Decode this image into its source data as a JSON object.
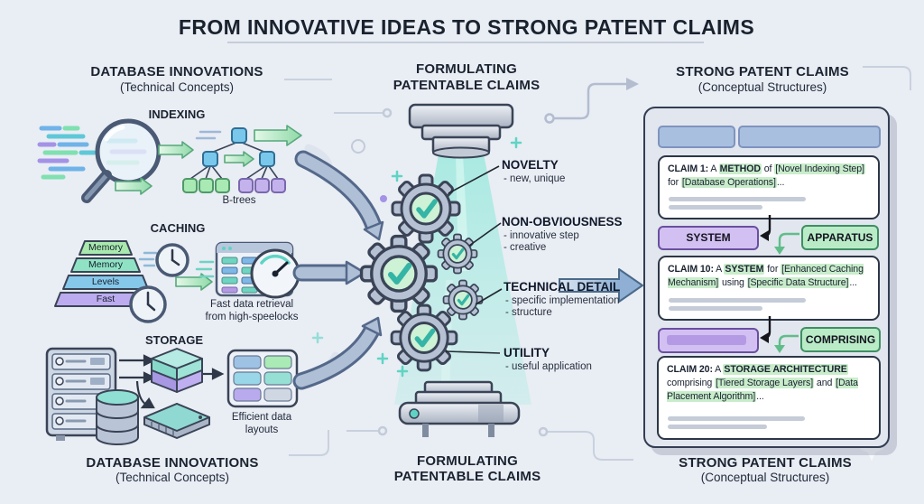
{
  "title": {
    "text": "FROM INNOVATIVE IDEAS TO STRONG PATENT CLAIMS"
  },
  "left": {
    "header": "DATABASE INNOVATIONS",
    "subheader": "(Technical Concepts)",
    "footer": "DATABASE INNOVATIONS",
    "footer_sub": "(Technical Concepts)",
    "indexing": {
      "label": "INDEXING",
      "caption": "B-trees"
    },
    "caching": {
      "label": "CACHING",
      "pyramid": [
        "Memory",
        "Memory",
        "Levels",
        "Fast"
      ],
      "caption": [
        "Fast data retrieval",
        "from high-speelocks"
      ]
    },
    "storage": {
      "label": "STORAGE",
      "caption": [
        "Efficient data",
        "layouts"
      ]
    }
  },
  "middle": {
    "header": [
      "FORMULATING",
      "PATENTABLE CLAIMS"
    ],
    "footer": [
      "FORMULATING",
      "PATENTABLE CLAIMS"
    ],
    "criteria": [
      {
        "title": "NOVELTY",
        "points": [
          "- new, unique"
        ]
      },
      {
        "title": "NON-OBVIOUSNESS",
        "points": [
          "- innovative step",
          "- creative"
        ]
      },
      {
        "title": "TECHNICAL DETAIL",
        "points": [
          "- specific implementation",
          "- structure"
        ]
      },
      {
        "title": "UTILITY",
        "points": [
          "- useful application"
        ]
      }
    ]
  },
  "right": {
    "header": "STRONG PATENT CLAIMS",
    "subheader": "(Conceptual Structures)",
    "footer": "STRONG PATENT CLAIMS",
    "footer_sub": "(Conceptual Structures)",
    "badges": {
      "system": "SYSTEM",
      "apparatus": "APPARATUS",
      "comprising": "COMPRISING"
    },
    "claims": [
      {
        "p0": "CLAIM 1:",
        "p1": " A ",
        "p2": "METHOD",
        "p3": " of ",
        "p4": "[Novel Indexing Step]",
        "p5": " for ",
        "p6": "[Database Operations]",
        "p7": "..."
      },
      {
        "p0": "CLAIM 10:",
        "p1": " A ",
        "p2": "SYSTEM",
        "p3": " for ",
        "p4": "[Enhanced Caching Mechanism]",
        "p5": " using ",
        "p6": "[Specific Data Structure]",
        "p7": "..."
      },
      {
        "p0": "CLAIM 20:",
        "p1": " A ",
        "p2": "STORAGE ARCHITECTURE",
        "p3": " comprising ",
        "p4": "[Tiered Storage Layers]",
        "p5": " and ",
        "p6": "[Data Placement Algorithm]",
        "p7": "..."
      }
    ]
  },
  "colors": {
    "background": "#e9edf4",
    "highlight_green": "#c9edcb",
    "badge_purple": "#d3c0f2",
    "badge_green": "#b9ecc6",
    "accent_teal": "#5fd4c4",
    "gear_gray": "#b6c2d4",
    "arrow_blue": "#8fb0d4"
  },
  "icons": [
    "magnifier-icon",
    "btree-icon",
    "memory-pyramid-icon",
    "clock-icon",
    "cache-panel-icon",
    "speedometer-icon",
    "server-rack-icon",
    "database-cylinder-icon",
    "layer-cube-icon",
    "chip-icon",
    "tile-grid-icon",
    "press-icon",
    "gear-check-icon",
    "green-arrow-icon",
    "blue-arrow-icon",
    "sparkle-icon",
    "plus-icon",
    "circuit-line-icon"
  ]
}
